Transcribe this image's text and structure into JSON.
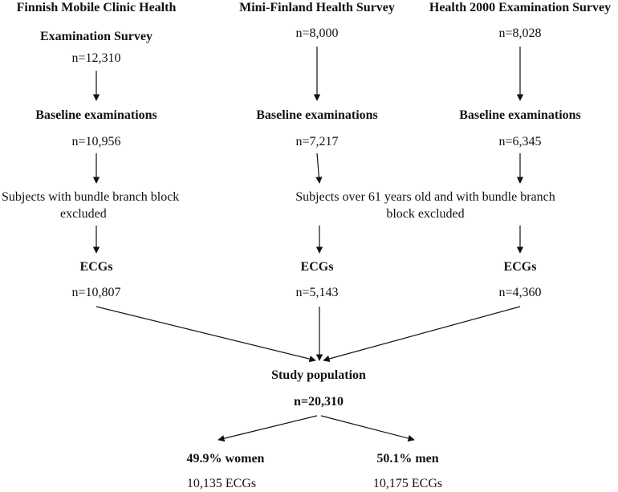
{
  "columns": [
    {
      "title_line1": "Finnish Mobile Clinic Health",
      "title_line2": "Examination Survey",
      "n_initial": "n=12,310",
      "baseline_label": "Baseline examinations",
      "n_baseline": "n=10,956",
      "excluded_line1": "Subjects with  bundle branch block",
      "excluded_line2": "excluded",
      "ecg_label": "ECGs",
      "n_ecg": "n=10,807"
    },
    {
      "title_line1": "Mini-Finland Health Survey",
      "n_initial": "n=8,000",
      "baseline_label": "Baseline examinations",
      "n_baseline": "n=7,217",
      "ecg_label": "ECGs",
      "n_ecg": "n=5,143"
    },
    {
      "title_line1": "Health 2000 Examination Survey",
      "n_initial": "n=8,028",
      "baseline_label": "Baseline examinations",
      "n_baseline": "n=6,345",
      "ecg_label": "ECGs",
      "n_ecg": "n=4,360"
    }
  ],
  "shared_exclusion": {
    "line1": "Subjects over 61 years old and with bundle branch",
    "line2": "block excluded"
  },
  "study": {
    "label": "Study population",
    "n": "n=20,310"
  },
  "split": [
    {
      "label": "49.9% women",
      "ecgs": "10,135 ECGs"
    },
    {
      "label": "50.1% men",
      "ecgs": "10,175 ECGs"
    }
  ]
}
